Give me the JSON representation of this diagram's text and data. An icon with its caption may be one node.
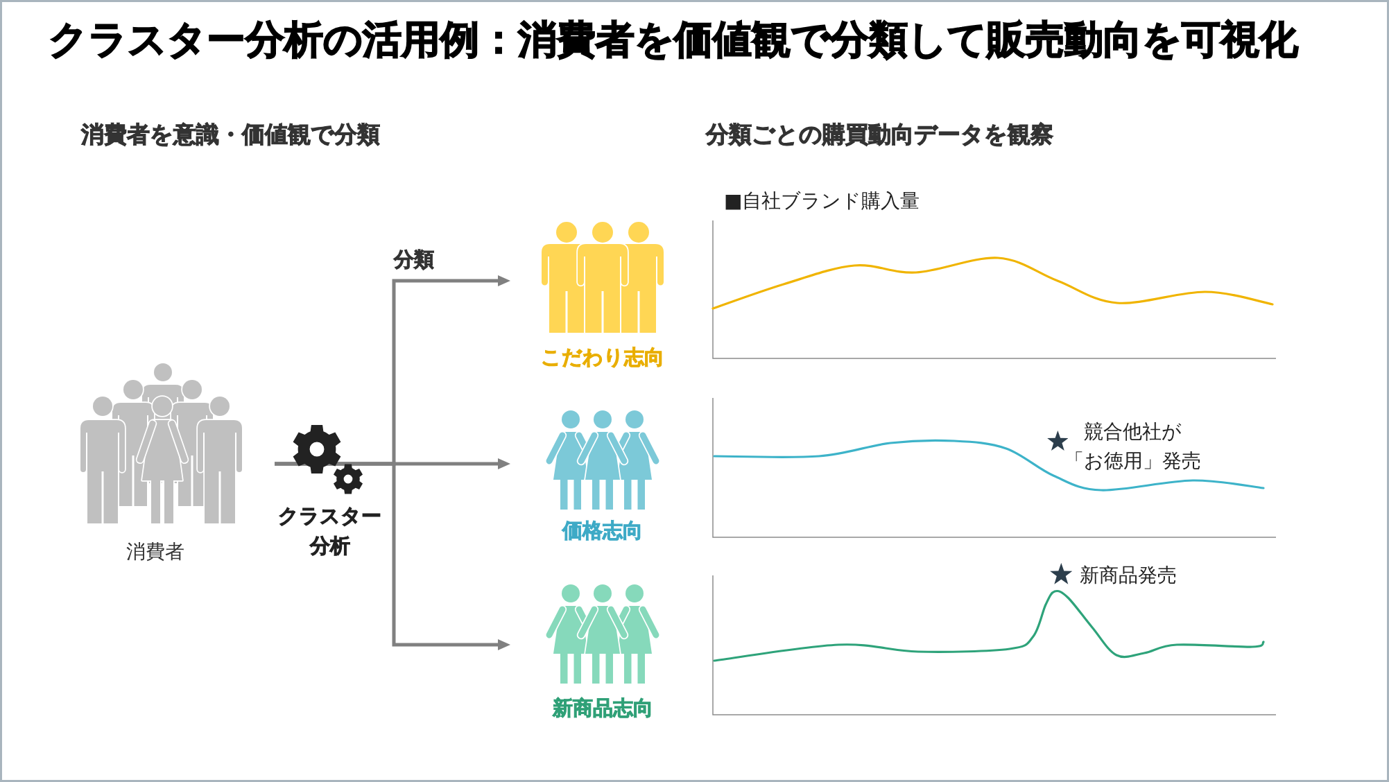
{
  "diagram": {
    "title": "クラスター分析の活用例：消費者を価値観で分類して販売動向を可視化",
    "nodes": [
      {
        "text": [
          "消費者"
        ]
      },
      {
        "text": [
          "クラスター分析"
        ]
      },
      {
        "text": [
          "こだわり志向"
        ]
      },
      {
        "text": [
          "価格志向"
        ]
      },
      {
        "text": [
          "新商品志向"
        ]
      }
    ],
    "edges": [
      {
        "from": 1,
        "to": 2,
        "arrow": "to",
        "label": "分類"
      },
      {
        "from": 1,
        "to": 3,
        "arrow": "to"
      },
      {
        "from": 1,
        "to": 4,
        "arrow": "to"
      }
    ],
    "labels": [
      "消費者を意識・価値観で分類",
      "分類ごとの購買動向データを観察",
      "■自社ブランド購入量",
      "競合他社が「お徳用」発売",
      "新商品発売"
    ]
  }
}
